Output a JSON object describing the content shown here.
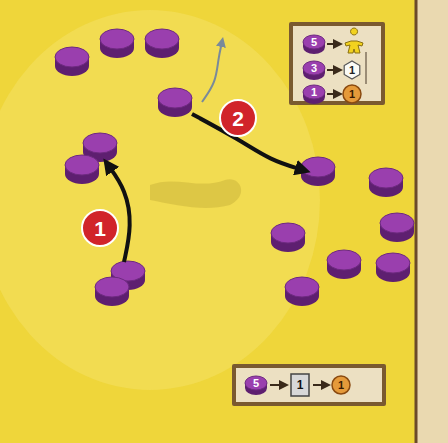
{
  "diagram": {
    "labels": [
      "2",
      "5",
      "3",
      "1",
      "1",
      "1",
      "1",
      "5",
      "1",
      "1"
    ]
  }
}
